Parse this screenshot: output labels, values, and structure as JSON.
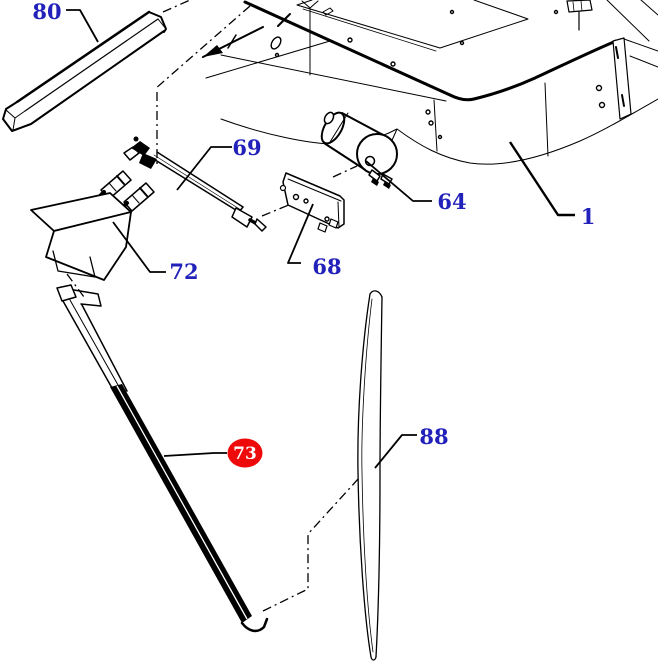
{
  "diagram": {
    "background_color": "#ffffff",
    "line_color": "#000000",
    "label_color": "#2222bb",
    "highlight_fill": "#ee0a0a",
    "highlight_text_color": "#ffffff"
  },
  "labels": {
    "p1": "1",
    "p64": "64",
    "p68": "68",
    "p69": "69",
    "p72": "72",
    "p73": "73",
    "p80": "80",
    "p88": "88"
  }
}
